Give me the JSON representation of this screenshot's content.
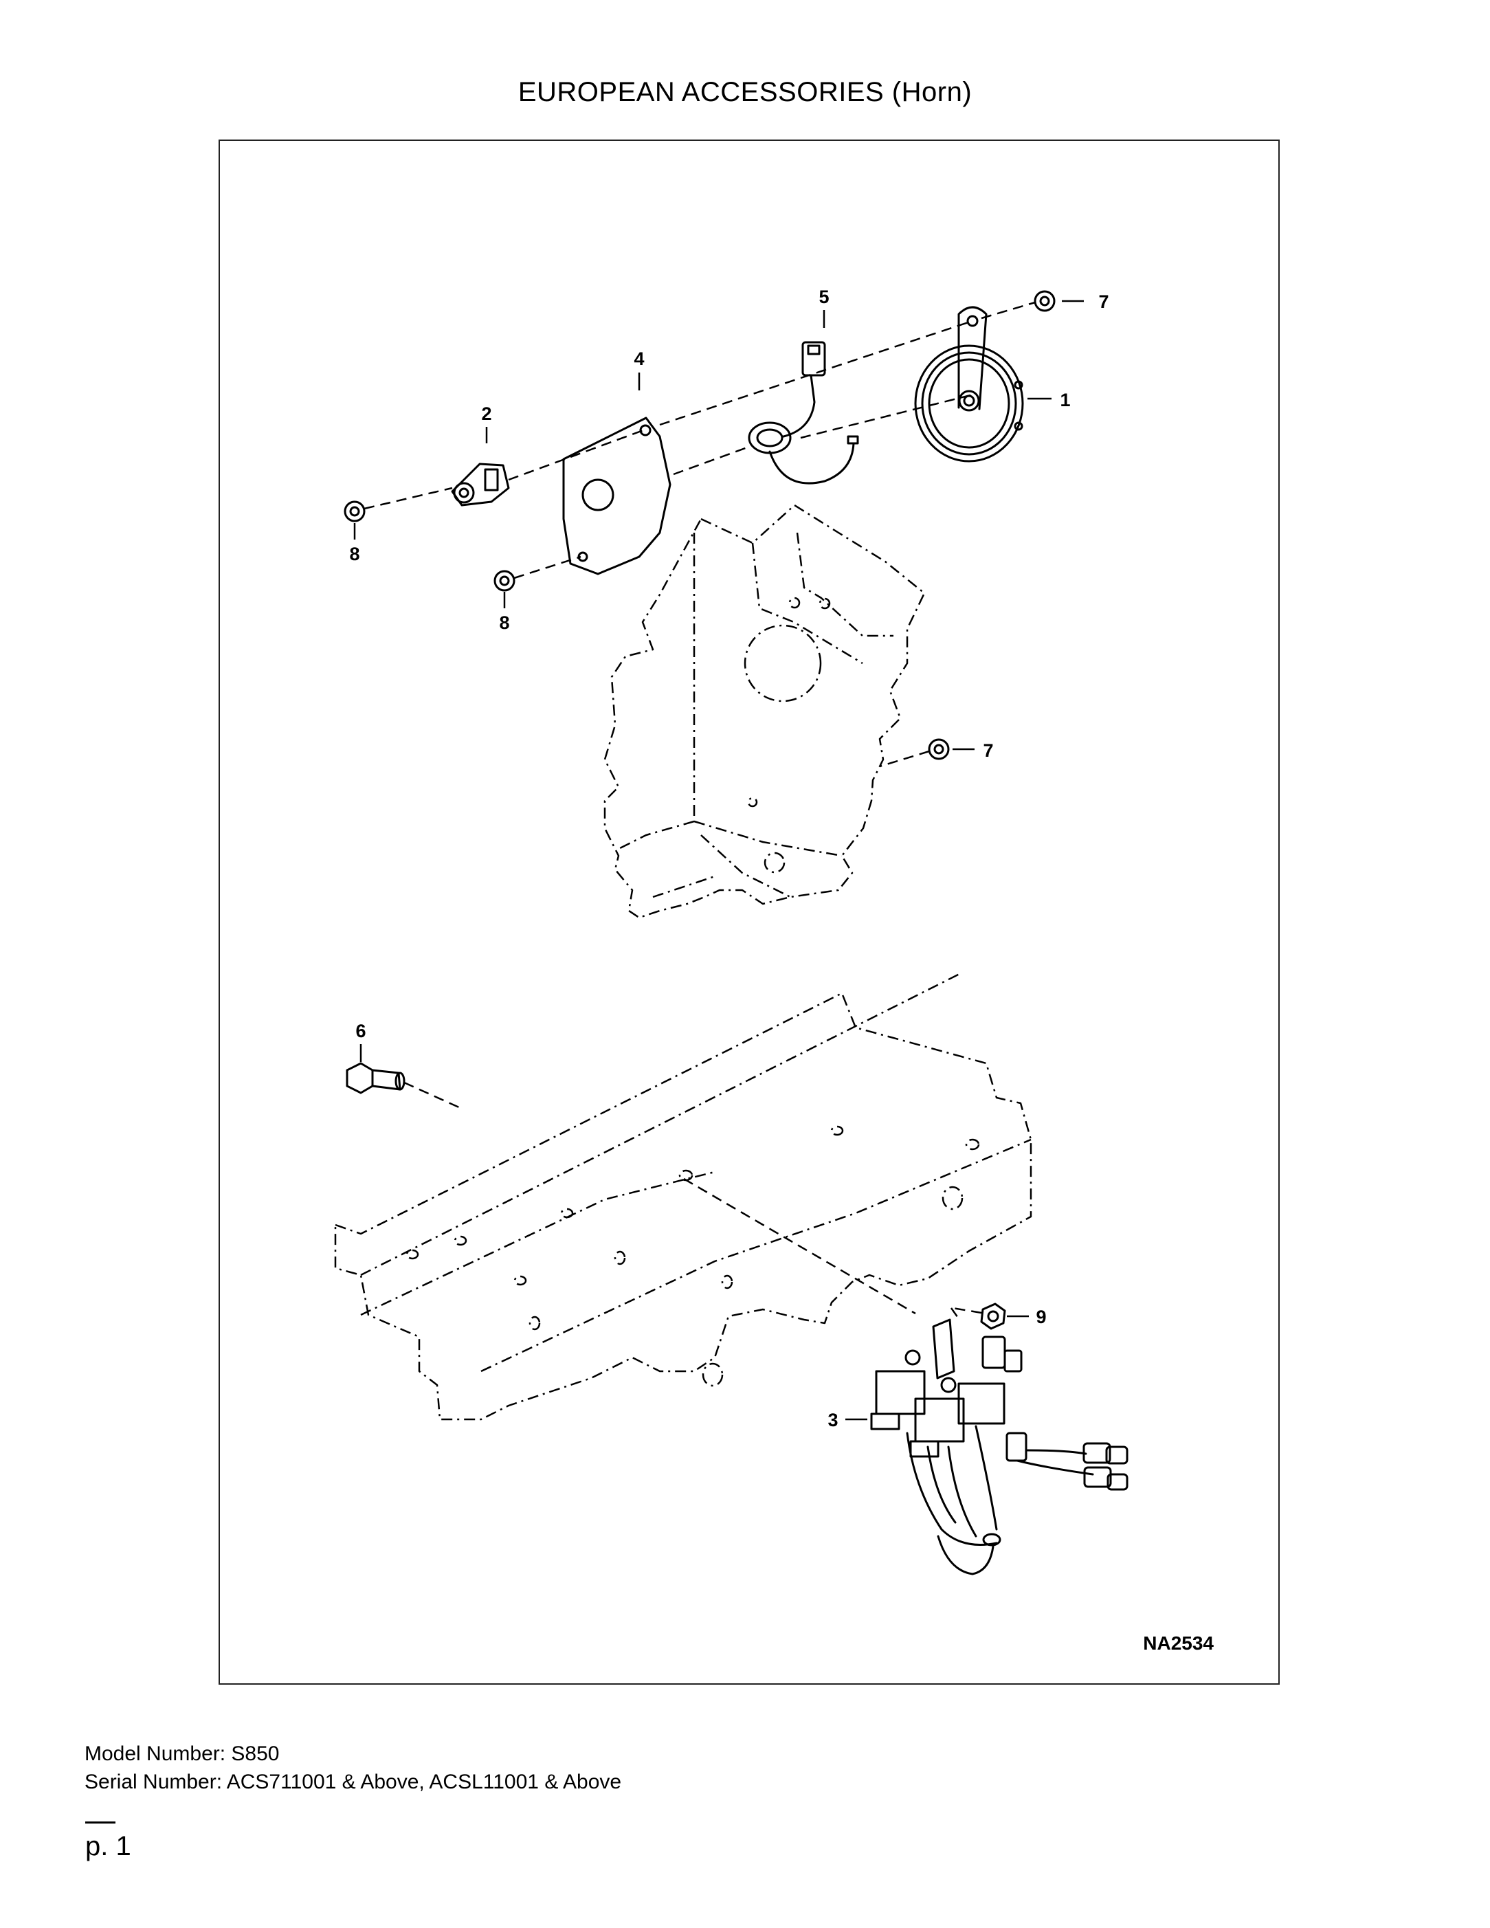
{
  "page": {
    "title": "EUROPEAN ACCESSORIES (Horn)",
    "page_number": "p. 1"
  },
  "figure": {
    "id": "NA2534",
    "callouts": [
      "1",
      "2",
      "3",
      "4",
      "5",
      "6",
      "7",
      "7",
      "8",
      "8",
      "9"
    ]
  },
  "footer": {
    "model": "Model Number: S850",
    "serial": "Serial Number: ACS711001 & Above, ACSL11001 & Above"
  }
}
